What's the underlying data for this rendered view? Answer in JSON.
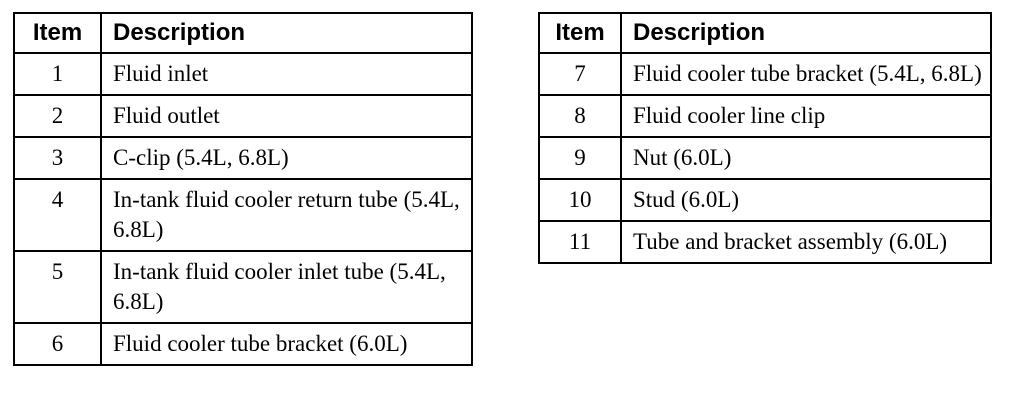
{
  "headers": {
    "item": "Item",
    "description": "Description"
  },
  "left_table": [
    {
      "item": "1",
      "description": "Fluid inlet"
    },
    {
      "item": "2",
      "description": "Fluid outlet"
    },
    {
      "item": "3",
      "description": "C-clip (5.4L, 6.8L)"
    },
    {
      "item": "4",
      "description": "In-tank fluid cooler return tube (5.4L, 6.8L)"
    },
    {
      "item": "5",
      "description": "In-tank fluid cooler inlet tube (5.4L, 6.8L)"
    },
    {
      "item": "6",
      "description": "Fluid cooler tube bracket (6.0L)"
    }
  ],
  "right_table": [
    {
      "item": "7",
      "description": "Fluid cooler tube bracket (5.4L, 6.8L)"
    },
    {
      "item": "8",
      "description": "Fluid cooler line clip"
    },
    {
      "item": "9",
      "description": "Nut (6.0L)"
    },
    {
      "item": "10",
      "description": "Stud (6.0L)"
    },
    {
      "item": "11",
      "description": "Tube and bracket assembly (6.0L)"
    }
  ]
}
